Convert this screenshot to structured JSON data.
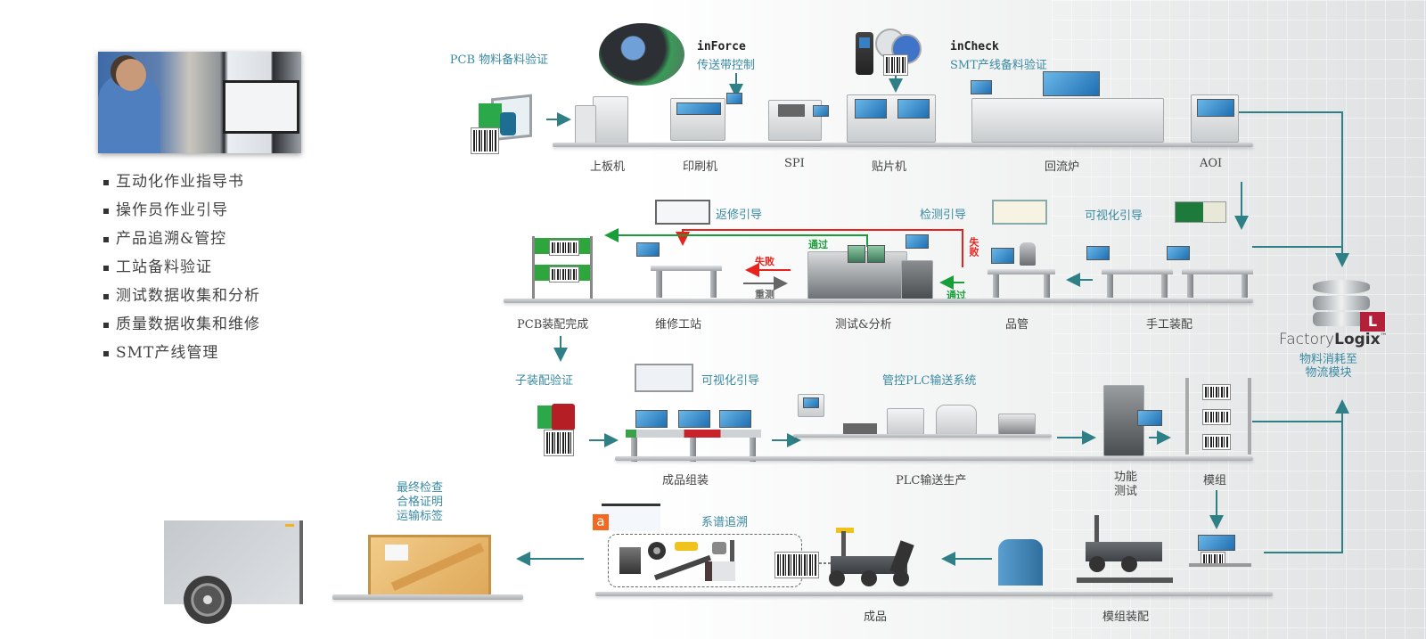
{
  "left_panel": {
    "photo": "operator-at-workstation-photo",
    "features": [
      "互动化作业指导书",
      "操作员作业引导",
      "产品追溯&管控",
      "工站备料验证",
      "测试数据收集和分析",
      "质量数据收集和维修",
      "SMT产线管理"
    ]
  },
  "row1": {
    "pcb_verify": "PCB 物料备料验证",
    "inforce_title": "inForce",
    "inforce_sub": "传送带控制",
    "incheck_title": "inCheck",
    "incheck_sub": "SMT产线备料验证",
    "stations": [
      "上板机",
      "印刷机",
      "SPI",
      "贴片机",
      "回流炉",
      "AOI"
    ]
  },
  "row2": {
    "repair_guide": "返修引导",
    "inspect_guide": "检测引导",
    "visual_guide": "可视化引导",
    "pass1": "通过",
    "fail1": "失败",
    "retest": "重测",
    "fail2": "失败",
    "pass2": "通过",
    "stations": [
      "PCB装配完成",
      "维修工站",
      "测试&分析",
      "品管",
      "手工装配"
    ]
  },
  "row3": {
    "sub_assembly_verify": "子装配验证",
    "visual_guide": "可视化引导",
    "plc_system": "管控PLC输送系统",
    "stations": [
      "成品组装",
      "PLC输送生产",
      "功能测试",
      "模组"
    ]
  },
  "row4": {
    "final_check": [
      "最终检查",
      "合格证明",
      "运输标签"
    ],
    "genealogy": "系谱追溯",
    "genealogy_badge": "a",
    "stations": [
      "成品",
      "模组装配"
    ]
  },
  "factorylogix": {
    "brand_light": "Factory",
    "brand_bold": "Logix",
    "tm": "™",
    "badge": "L",
    "caption": [
      "物料消耗至",
      "物流模块"
    ]
  },
  "colors": {
    "teal": "#2e8086",
    "label_teal": "#3a8aa3",
    "pass_green": "#1a9e3a",
    "fail_red": "#e8231e",
    "retest_gray": "#666666",
    "brand_red": "#b3203a"
  }
}
